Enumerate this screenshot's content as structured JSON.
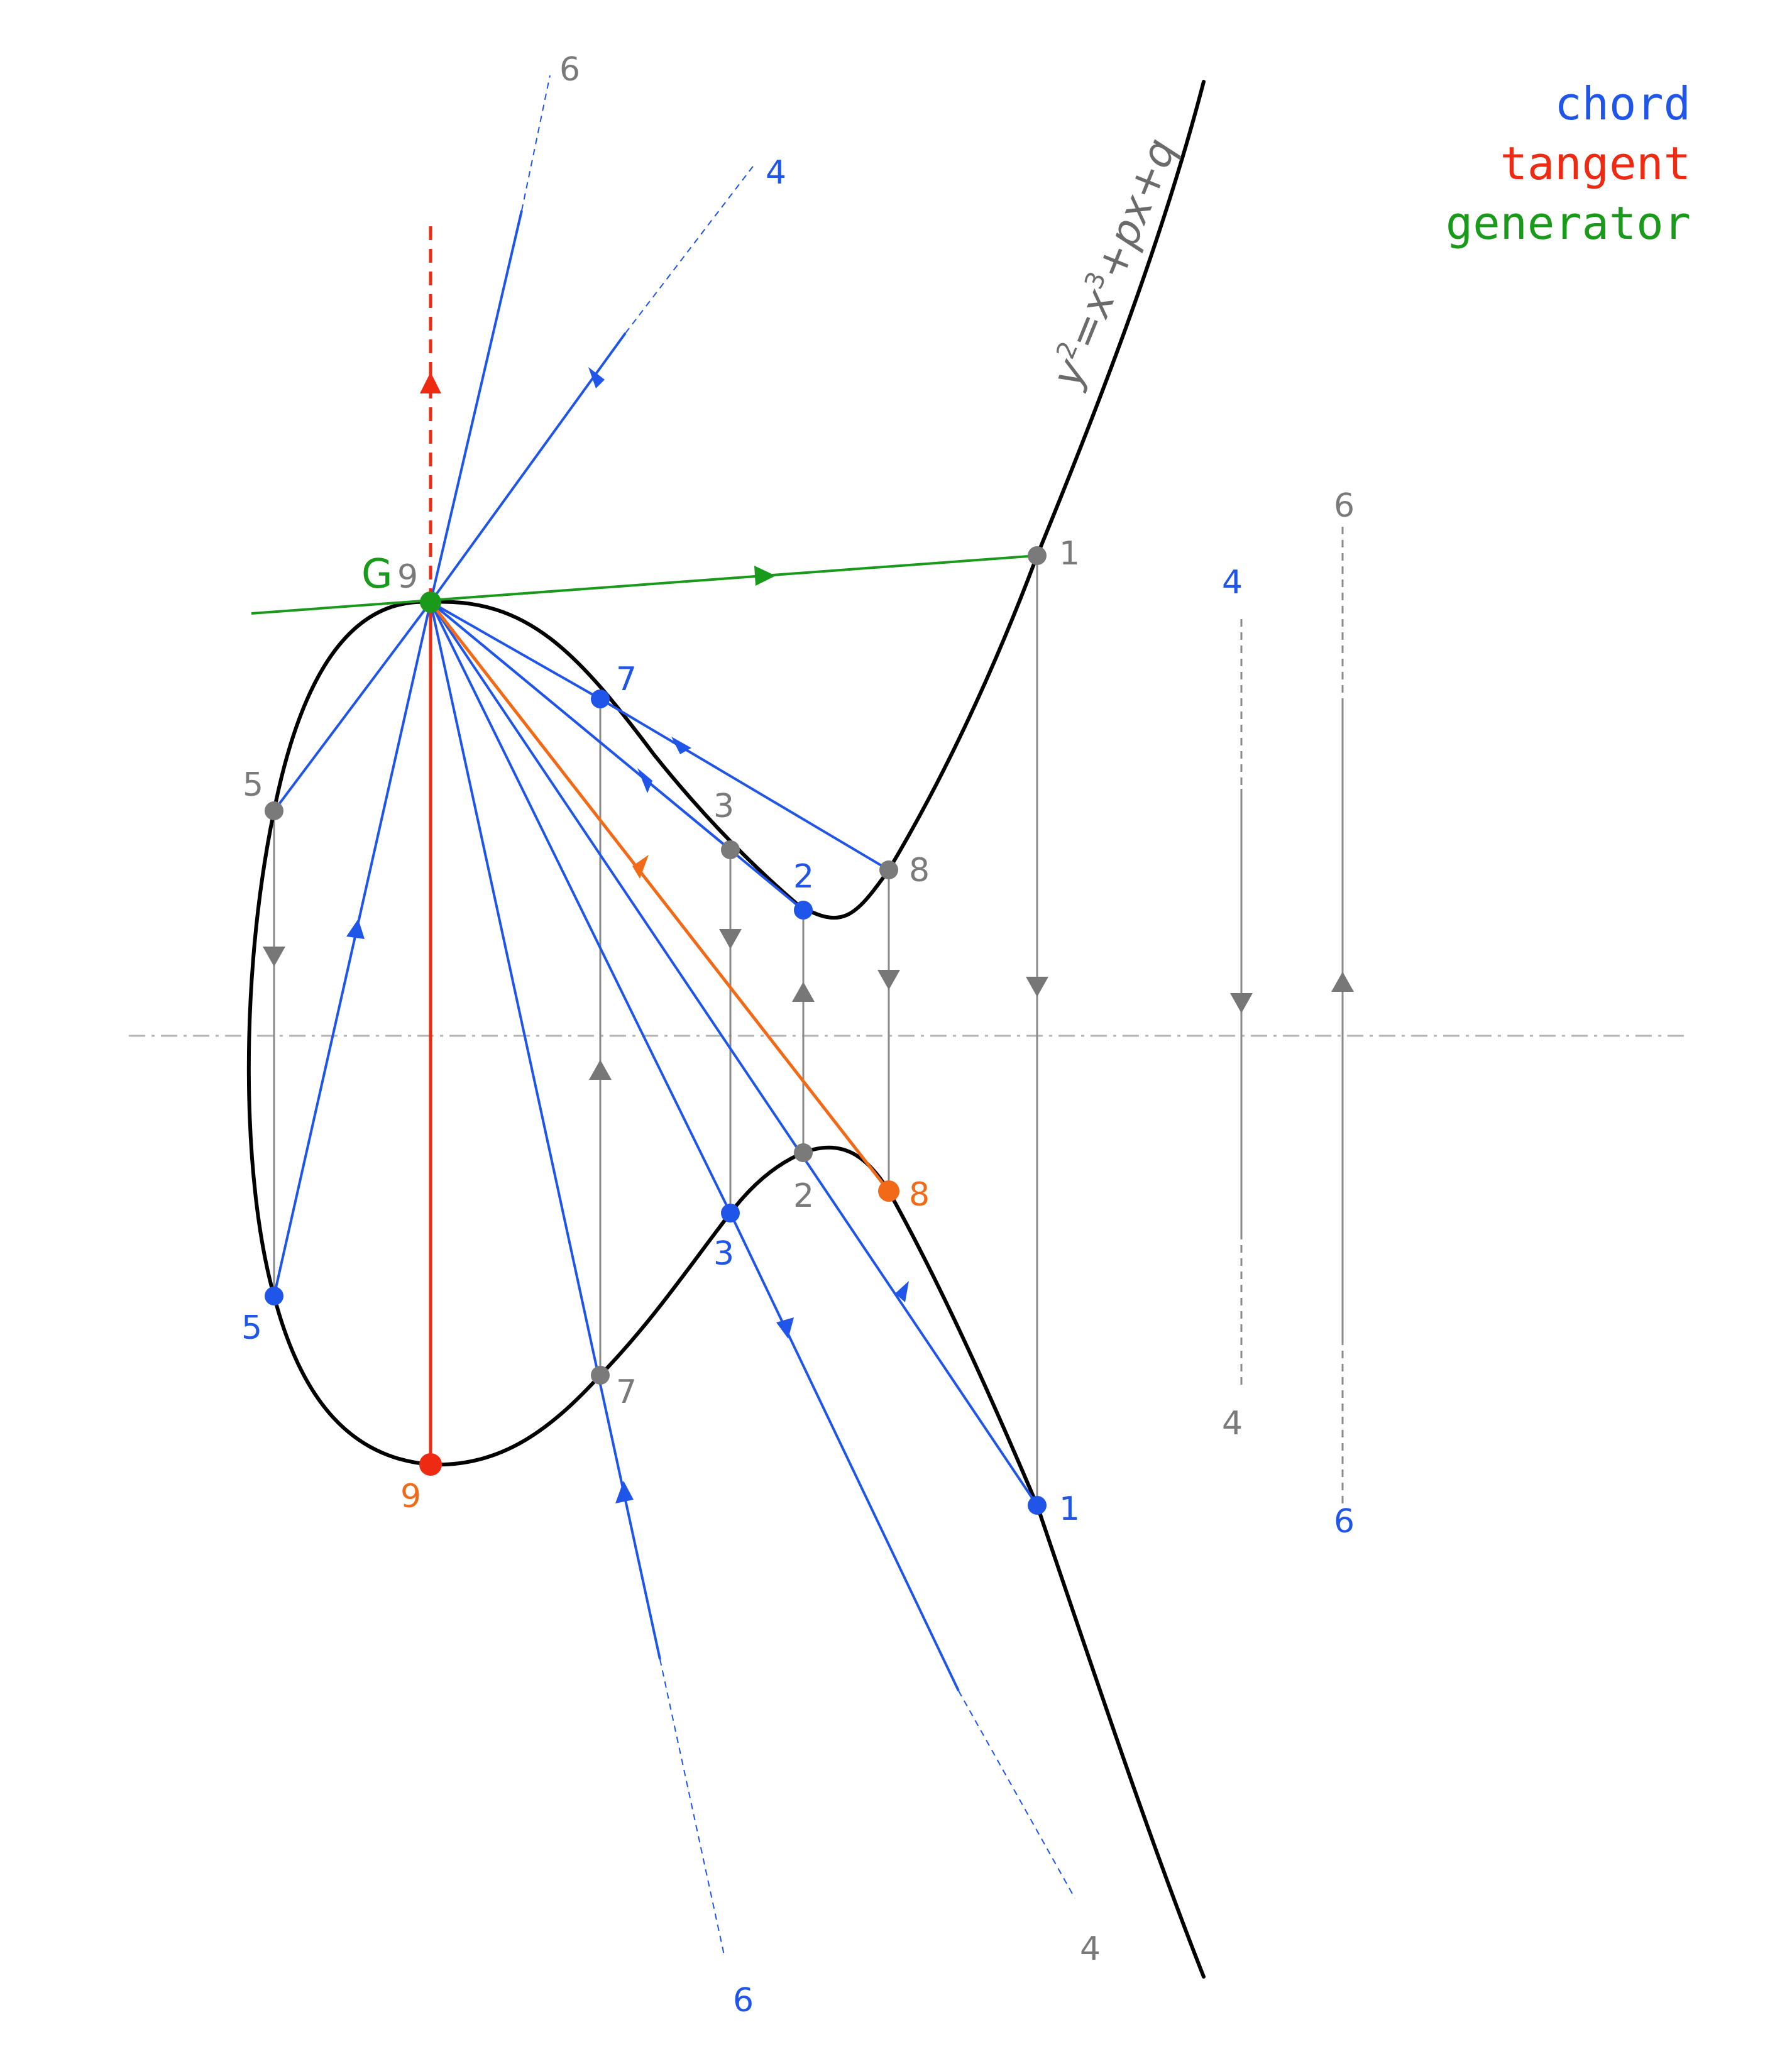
{
  "equation": {
    "y": "y",
    "exp2": "2",
    "eq": "=",
    "x": "x",
    "exp3": "3",
    "rest": "+px+q"
  },
  "legend": {
    "chord": "chord",
    "tangent": "tangent",
    "generator": "generator"
  },
  "colors": {
    "chord": "#1f55e8",
    "tangent": "#ee2b12",
    "generator": "#1a9a1a",
    "orange": "#f26a17",
    "gray": "#7a7a7a",
    "curve": "#000000"
  },
  "labels": {
    "G": "G",
    "g9": "9",
    "g1": "1",
    "g5": "5",
    "g3": "3",
    "g8": "8",
    "g2": "2",
    "g7": "7",
    "g4_bottom": "4",
    "g4_right": "4",
    "g6_top": "6",
    "g6_right": "6",
    "b7": "7",
    "b2": "2",
    "b5": "5",
    "b3": "3",
    "b1": "1",
    "b4_top": "4",
    "b4_right": "4",
    "b6_bottom": "6",
    "b6_right": "6",
    "o8": "8",
    "o9": "9"
  }
}
